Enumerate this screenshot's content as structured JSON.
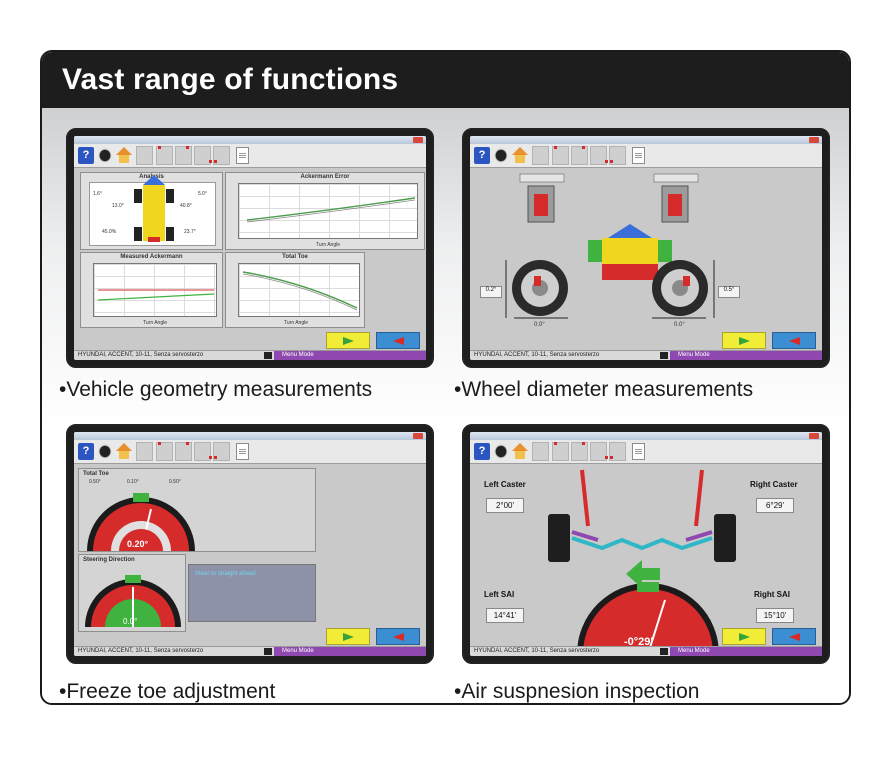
{
  "header": {
    "title": "Vast range of functions"
  },
  "screens": {
    "common": {
      "help_label": "?",
      "status_vehicle": "HYUNDAI, ACCENT, 10-11, Senza servosterzo",
      "status_mode": "Menu Mode"
    },
    "geometry": {
      "caption": "•Vehicle geometry measurements",
      "panel_analysis": "Analysis",
      "panel_ackermann_error": "Ackermann Error",
      "panel_measured_ackermann": "Measured Ackermann",
      "panel_total_toe": "Total Toe",
      "xaxis": "Turn Angle",
      "readings": [
        "1.6°",
        "5.0°",
        "13.0°",
        "40.8°",
        "45.0%",
        "23.7°"
      ]
    },
    "wheel": {
      "caption": "•Wheel diameter measurements",
      "left_value": "0.2°",
      "right_value": "0.5°",
      "bottom_left": "0.0°",
      "bottom_right": "0.0°"
    },
    "freeze": {
      "caption": "•Freeze toe adjustment",
      "total_toe_label": "Total Toe",
      "scale_left": "0.50°",
      "scale_mid": "0.10°",
      "scale_right": "0.50°",
      "toe_value": "0.20°",
      "steering_label": "Steering Direction",
      "steering_value": "0.0°",
      "info_text": "Steer to straight ahead"
    },
    "air": {
      "caption": "•Air suspnesion inspection",
      "left_caster_label": "Left Caster",
      "left_caster_value": "2°00'",
      "right_caster_label": "Right Caster",
      "right_caster_value": "6°29'",
      "left_sai_label": "Left SAI",
      "left_sai_value": "14°41'",
      "right_sai_label": "Right SAI",
      "right_sai_value": "15°10'",
      "center_value": "-0°29'"
    }
  },
  "colors": {
    "header_bg": "#1d1d1d",
    "status_mode": "#8e48b0",
    "gauge_red": "#d62b2b",
    "gauge_green": "#3fb23f",
    "next_button": "#f1ec35",
    "back_button": "#3b8ed2"
  }
}
